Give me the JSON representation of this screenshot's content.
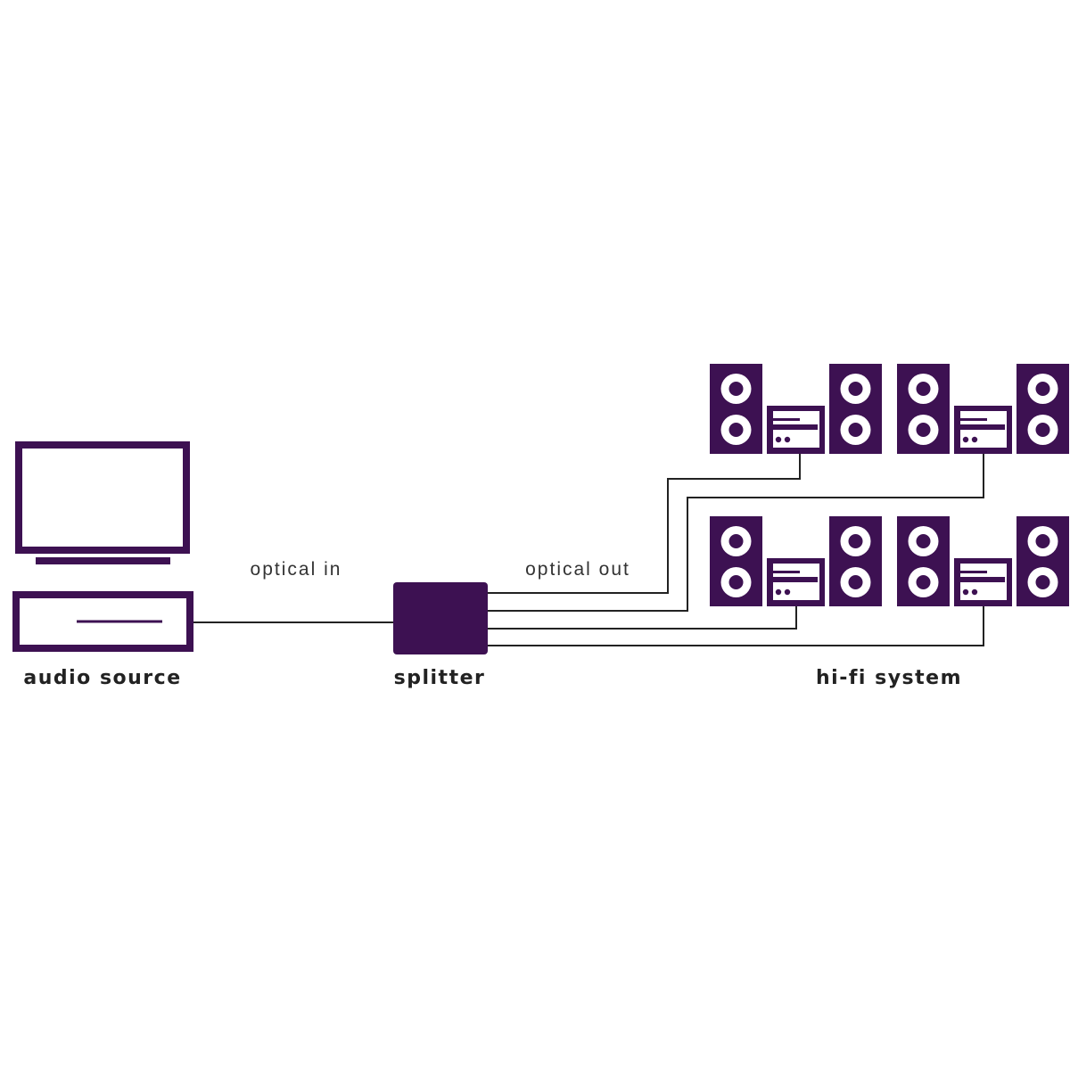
{
  "labels": {
    "audio_source": "audio source",
    "splitter": "splitter",
    "hifi_system": "hi-fi system",
    "optical_in": "optical in",
    "optical_out": "optical out"
  },
  "colors": {
    "device": "#3d1152",
    "cable": "#222222",
    "background": "#ffffff"
  },
  "hifi_units_count": 4,
  "splitter_outputs": 4
}
